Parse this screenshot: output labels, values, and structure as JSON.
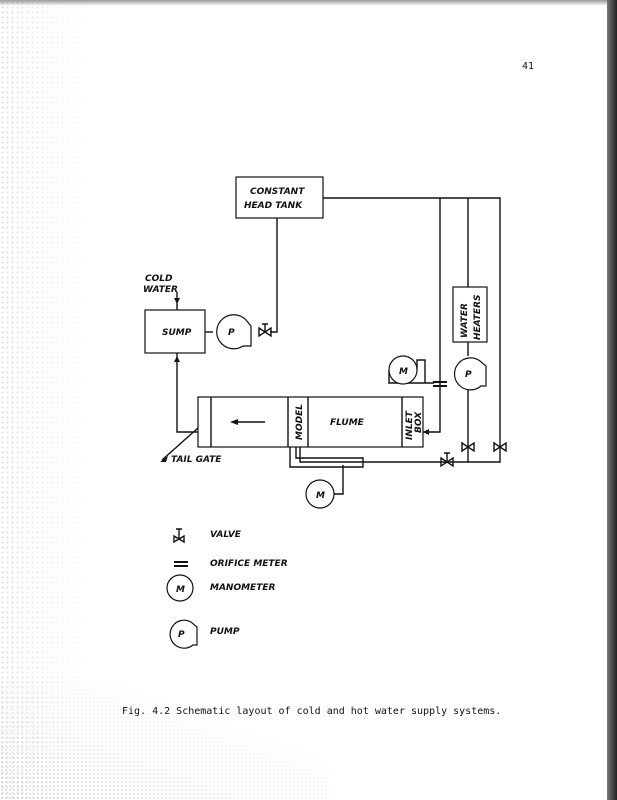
{
  "page_number": "41",
  "diagram": {
    "constant_head_tank": [
      "CONSTANT",
      "HEAD TANK"
    ],
    "cold_water": [
      "COLD",
      "WATER"
    ],
    "sump": "SUMP",
    "flume": "FLUME",
    "model": "MODEL",
    "inlet_box": [
      "INLET",
      "BOX"
    ],
    "water_heaters": [
      "WATER",
      "HEATERS"
    ],
    "tail_gate": "TAIL GATE",
    "pump_symbol": "P",
    "manometer_symbol": "M"
  },
  "legend": {
    "valve": "VALVE",
    "orifice_meter": "ORIFICE METER",
    "manometer": "MANOMETER",
    "pump": "PUMP"
  },
  "caption": "Fig. 4.2  Schematic layout of cold and hot water supply systems."
}
